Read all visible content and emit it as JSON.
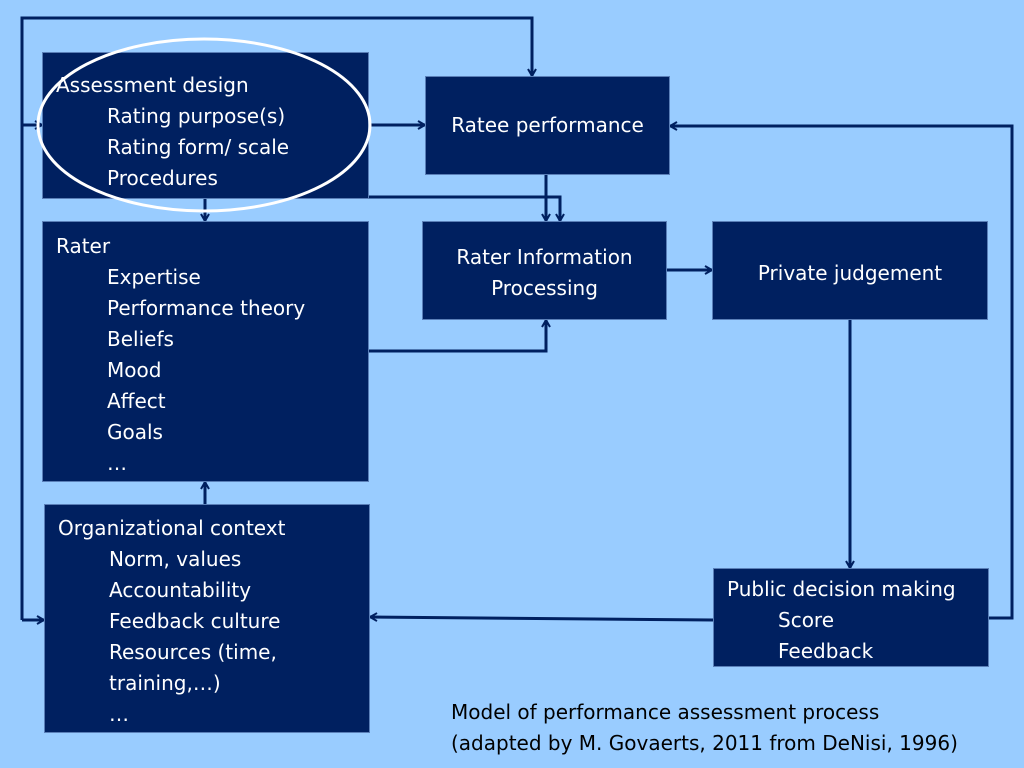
{
  "diagram": {
    "assessment_design": {
      "title": "Assessment design",
      "items": [
        "Rating purpose(s)",
        "Rating form/ scale",
        "Procedures"
      ]
    },
    "rater": {
      "title": "Rater",
      "items": [
        "Expertise",
        "Performance theory",
        "Beliefs",
        "Mood",
        "Affect",
        "Goals",
        "…"
      ]
    },
    "organizational_context": {
      "title": "Organizational context",
      "items": [
        "Norm, values",
        "Accountability",
        "Feedback culture",
        "Resources (time,",
        "training,…)",
        "…"
      ]
    },
    "ratee_performance": {
      "title": "Ratee performance"
    },
    "rater_information_processing": {
      "line1": "Rater Information",
      "line2": "Processing"
    },
    "private_judgement": {
      "title": "Private judgement"
    },
    "public_decision_making": {
      "title": "Public decision making",
      "items": [
        "Score",
        "Feedback"
      ]
    },
    "caption": {
      "line1": "Model of performance assessment process",
      "line2": "(adapted by M. Govaerts, 2011 from DeNisi, 1996)"
    }
  },
  "colors": {
    "background": "#99ccff",
    "box_fill": "#002060",
    "box_text": "#ffffff",
    "arrow": "#002060",
    "highlight_ellipse": "#ffffff"
  }
}
